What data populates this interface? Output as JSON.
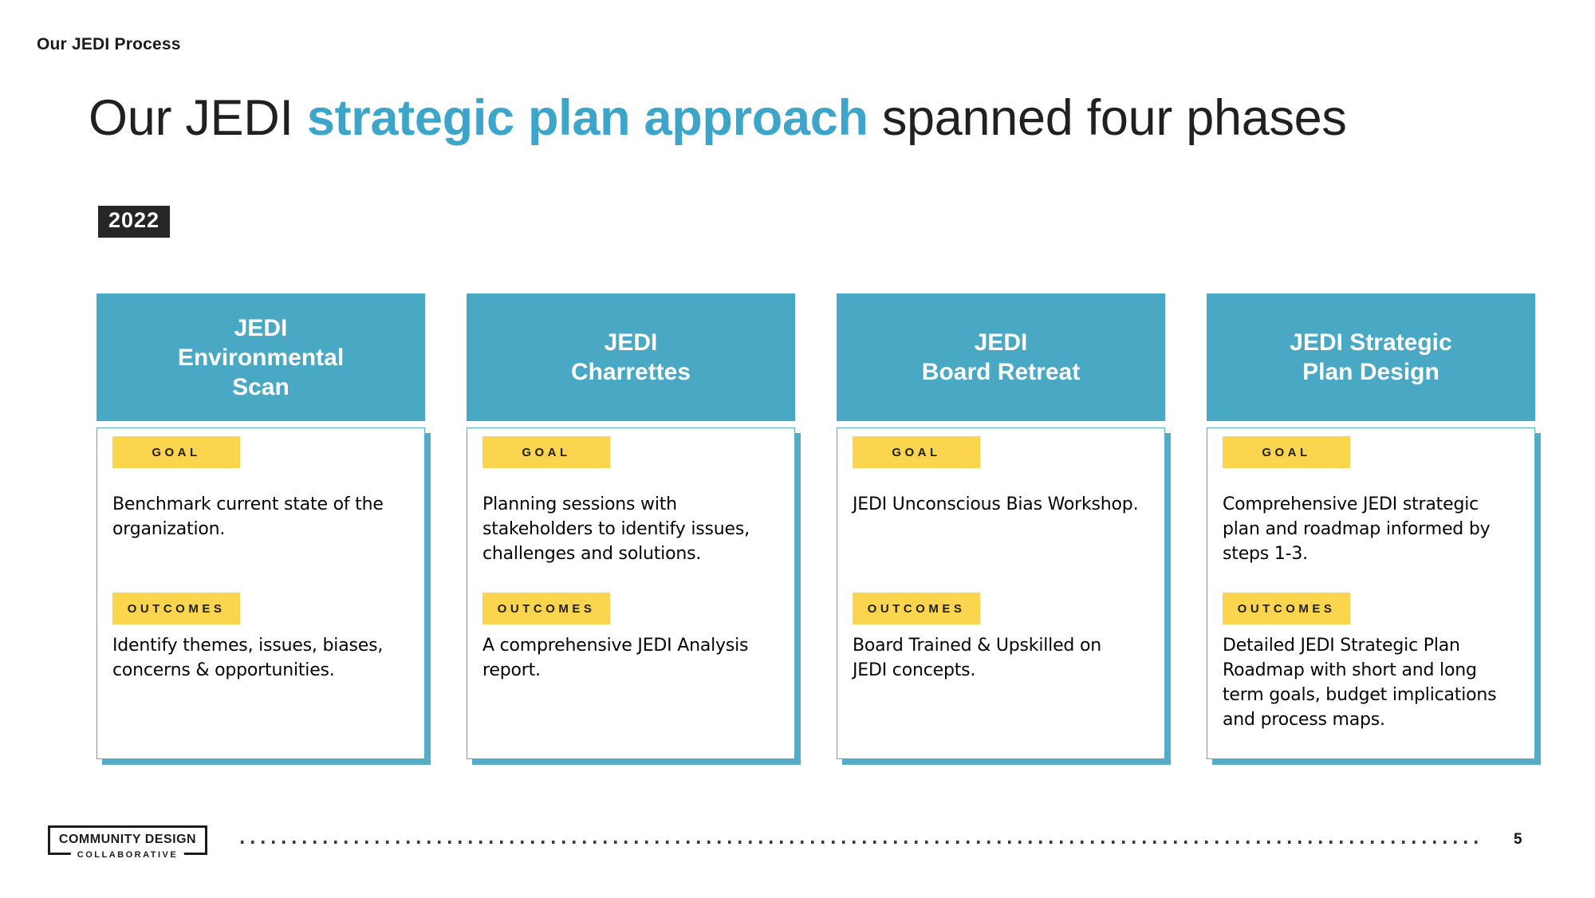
{
  "slide": {
    "kicker": "Our JEDI Process",
    "title": {
      "pre": "Our JEDI ",
      "highlight": "strategic plan approach",
      "post": " spanned four phases"
    },
    "year_badge": "2022",
    "page_number": "5"
  },
  "labels": {
    "goal": "GOAL",
    "outcomes": "OUTCOMES"
  },
  "phases": [
    {
      "title": "JEDI\nEnvironmental\nScan",
      "goal": "Benchmark current state of the\norganization.",
      "outcomes": "Identify themes, issues, biases,\nconcerns & opportunities."
    },
    {
      "title": "JEDI\nCharrettes",
      "goal": "Planning sessions with\nstakeholders to identify issues,\nchallenges and solutions.",
      "outcomes": "A comprehensive JEDI Analysis\nreport."
    },
    {
      "title": "JEDI\nBoard Retreat",
      "goal": "JEDI Unconscious Bias Workshop.",
      "outcomes": "Board Trained & Upskilled on\nJEDI concepts."
    },
    {
      "title": "JEDI Strategic\nPlan Design",
      "goal": "Comprehensive JEDI strategic\nplan and roadmap informed by\nsteps 1-3.",
      "outcomes": "Detailed JEDI Strategic Plan\nRoadmap with short and long\nterm goals, budget implications\nand process maps."
    }
  ],
  "footer": {
    "logo_line1": "COMMUNITY DESIGN",
    "logo_line2": "COLLABORATIVE"
  },
  "colors": {
    "teal_header": "#49A8C3",
    "teal_accent": "#3DA5C9",
    "teal_border": "#55ACC6",
    "yellow": "#FBD54E",
    "year_badge_bg": "#262626",
    "dark": "#1D1D1D"
  }
}
